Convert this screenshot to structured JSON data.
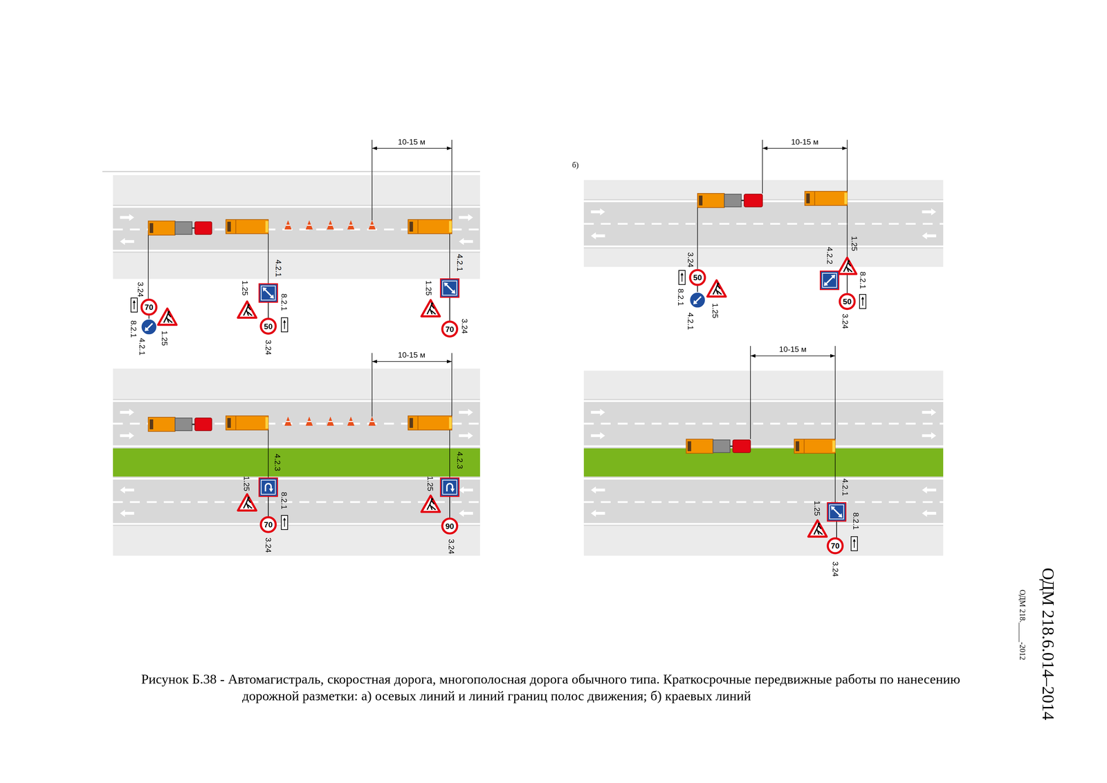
{
  "diagram": {
    "caption": "Рисунок Б.38 - Автомагистраль, скоростная дорога, многополосная дорога обычного типа. Краткосрочные передвижные работы по нанесению дорожной разметки: а) осевых линий и линий границ полос движения; б) краевых линий",
    "nodes": [
      {
        "text": [
          "70"
        ]
      },
      {
        "text": [
          "50"
        ]
      },
      {
        "text": [
          "70"
        ]
      },
      {
        "text": [
          "70"
        ]
      },
      {
        "text": [
          "90"
        ]
      },
      {
        "text": [
          "50"
        ]
      },
      {
        "text": [
          "50"
        ]
      },
      {
        "text": [
          "70"
        ]
      }
    ],
    "labels": [
      "10-15 м",
      "10-15 м",
      "10-15 м",
      "10-15 м",
      "б)",
      "3.24",
      "8.2.1",
      "4.2.1",
      "1.25",
      "4.2.1",
      "1.25",
      "8.2.1",
      "3.24",
      "4.2.1",
      "1.25",
      "3.24",
      "4.2.3",
      "1.25",
      "8.2.1",
      "3.24",
      "4.2.3",
      "1.25",
      "3.24",
      "3.24",
      "8.2.1",
      "1.25",
      "4.2.1",
      "4.2.2",
      "1.25",
      "8.2.1",
      "3.24",
      "4.2.1",
      "1.25",
      "8.2.1",
      "3.24",
      "ОДМ 218.6.014–2014",
      "ОДМ 218._____-2012"
    ]
  }
}
